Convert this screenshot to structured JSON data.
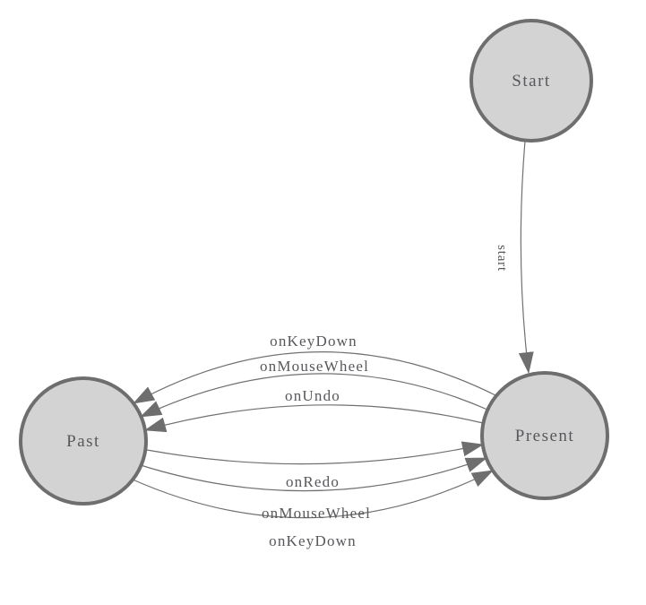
{
  "colors": {
    "background": "#ffffff",
    "node_fill": "#d3d3d3",
    "node_border": "#6e6e6e",
    "edge_line": "#707070",
    "arrowhead": "#6e6e6e",
    "label_text": "#58585c"
  },
  "nodes": [
    {
      "id": "start",
      "label": "Start"
    },
    {
      "id": "present",
      "label": "Present"
    },
    {
      "id": "past",
      "label": "Past"
    }
  ],
  "edges": [
    {
      "from": "start",
      "to": "present",
      "label": "start"
    },
    {
      "from": "present",
      "to": "past",
      "label": "onKeyDown"
    },
    {
      "from": "present",
      "to": "past",
      "label": "onMouseWheel"
    },
    {
      "from": "present",
      "to": "past",
      "label": "onUndo"
    },
    {
      "from": "past",
      "to": "present",
      "label": "onRedo"
    },
    {
      "from": "past",
      "to": "present",
      "label": "onMouseWheel"
    },
    {
      "from": "past",
      "to": "present",
      "label": "onKeyDown"
    }
  ]
}
